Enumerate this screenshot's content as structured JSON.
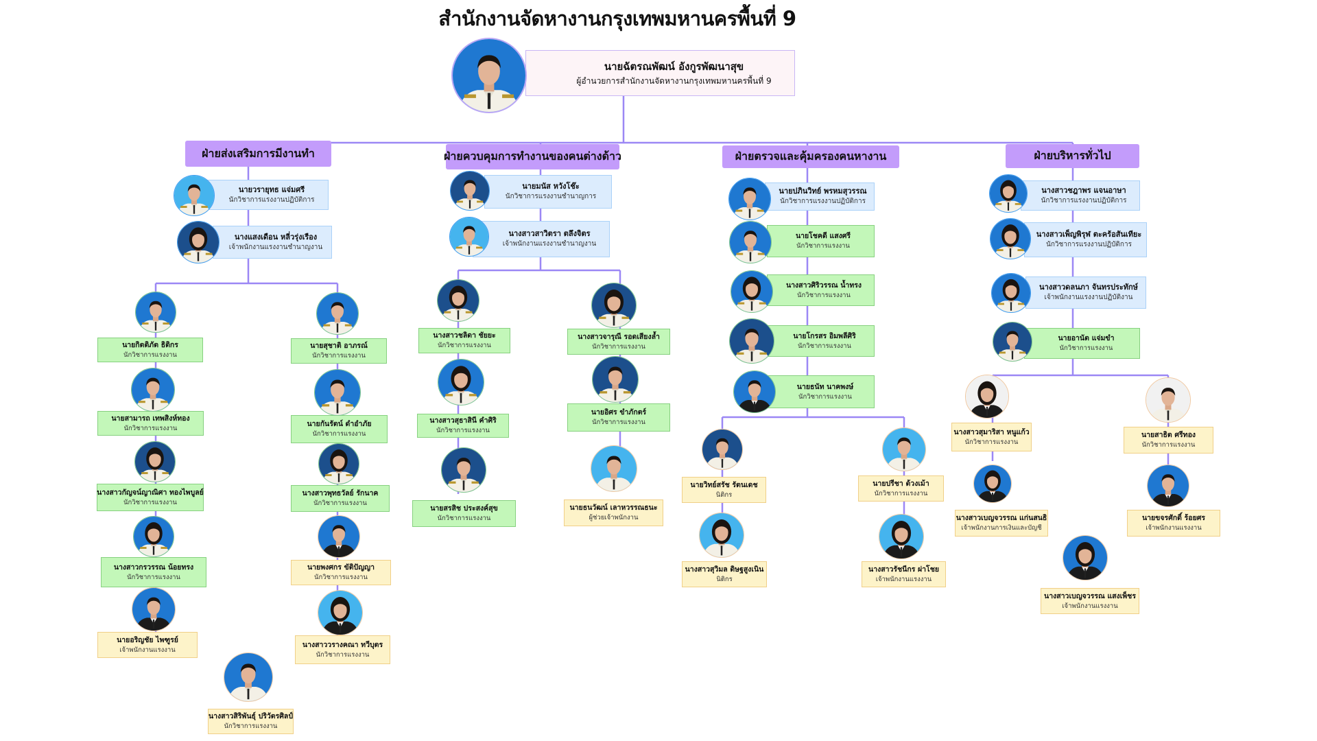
{
  "title": "สำนักงานจัดหางานกรุงเทพมหานครพื้นที่ 9",
  "director": {
    "name": "นายฉัตรณพัฒน์ อังกูรพัฒนาสุข",
    "position": "ผู้อำนวยการสำนักงานจัดหางานกรุงเทพมหานครพื้นที่ 9"
  },
  "colors": {
    "header": "#c39cfb",
    "connector": "#9b87f5",
    "blue_box": "#dcecfd",
    "green_box": "#c3f7b9",
    "yellow_box": "#fdf3c9"
  },
  "departments": [
    {
      "name": "ฝ่ายส่งเสริมการมีงานทำ",
      "members": [
        {
          "name": "นายวรายุทธ แจ่มศรี",
          "position": "นักวิชาการแรงงานปฏิบัติการ"
        },
        {
          "name": "นางแสงเดือน หลี่วรุ่งเรือง",
          "position": "เจ้าพนักงานแรงงานชำนาญงาน"
        },
        {
          "name": "นายกิตติภัต ธิติกร",
          "position": "นักวิชาการแรงงาน"
        },
        {
          "name": "นายสามารถ เทพสิงห์ทอง",
          "position": "นักวิชาการแรงงาน"
        },
        {
          "name": "นางสาวกัญจน์ญาณิศา ทองไพบูลย์",
          "position": "นักวิชาการแรงงาน"
        },
        {
          "name": "นางสาวกรวรรณ น้อยทรง",
          "position": "นักวิชาการแรงงาน"
        },
        {
          "name": "นายอริญชัย ไพฑูรย์",
          "position": "เจ้าพนักงานแรงงาน"
        },
        {
          "name": "นายสุชาติ อาภรณ์",
          "position": "นักวิชาการแรงงาน"
        },
        {
          "name": "นายกันรัตน์ ดำอำภัย",
          "position": "นักวิชาการแรงงาน"
        },
        {
          "name": "นางสาวพุทธวัลย์ รักนาค",
          "position": "นักวิชาการแรงงาน"
        },
        {
          "name": "นายพงศกร ขัติปัญญา",
          "position": "นักวิชาการแรงงาน"
        },
        {
          "name": "นางสาววรางคณา ทวีบุตร",
          "position": "นักวิชาการแรงงาน"
        },
        {
          "name": "นางสาวสิริพันธุ์ ปริวัตรศิลป์",
          "position": "นักวิชาการแรงงาน"
        }
      ]
    },
    {
      "name": "ฝ่ายควบคุมการทำงานของคนต่างด้าว",
      "members": [
        {
          "name": "นายมนัส หวังโช๊ะ",
          "position": "นักวิชาการแรงงานชำนาญการ"
        },
        {
          "name": "นางสาวสาวิตรา ตลึงจิตร",
          "position": "เจ้าพนักงานแรงงานชำนาญงาน"
        },
        {
          "name": "นางสาวชลิดา ชัยยะ",
          "position": "นักวิชาการแรงงาน"
        },
        {
          "name": "นางสาวสุธาสินี คำศิริ",
          "position": "นักวิชาการแรงงาน"
        },
        {
          "name": "นายสรสิช ประสงค์สุข",
          "position": "นักวิชาการแรงงาน"
        },
        {
          "name": "นางสาวจารุณี รอดเสียงล้ำ",
          "position": "นักวิชาการแรงงาน"
        },
        {
          "name": "นายอิศร ขำภักตร์",
          "position": "นักวิชาการแรงงาน"
        },
        {
          "name": "นายธนวัฒน์ เลาหวรรณธนะ",
          "position": "ผู้ช่วยเจ้าพนักงาน"
        }
      ]
    },
    {
      "name": "ฝ่ายตรวจและคุ้มครองคนหางาน",
      "members": [
        {
          "name": "นายปภินวิทย์ พรหมสุวรรณ",
          "position": "นักวิชาการแรงงานปฏิบัติการ"
        },
        {
          "name": "นายโชคดี แสงศรี",
          "position": "นักวิชาการแรงงาน"
        },
        {
          "name": "นางสาวศิริวรรณ น้ำทรง",
          "position": "นักวิชาการแรงงาน"
        },
        {
          "name": "นายโกรสร อิมพลีศิริ",
          "position": "นักวิชาการแรงงาน"
        },
        {
          "name": "นายธนัท นาคพงษ์",
          "position": "นักวิชาการแรงงาน"
        },
        {
          "name": "นายวิทย์สรัช รัตนเดช",
          "position": "นิติกร"
        },
        {
          "name": "นางสาวสุวิมล ดิษฐสูงเนิน",
          "position": "นิติกร"
        },
        {
          "name": "นายปรีชา ด้วงเม้า",
          "position": "นักวิชาการแรงงาน"
        },
        {
          "name": "นางสาวรัชนีกร ผ่าโชย",
          "position": "เจ้าพนักงานแรงงาน"
        }
      ]
    },
    {
      "name": "ฝ่ายบริหารทั่วไป",
      "members": [
        {
          "name": "นางสาวชฎาพร แจนอาษา",
          "position": "นักวิชาการแรงงานปฏิบัติการ"
        },
        {
          "name": "นางสาวเพ็ญพิรุฬ ตะคร้อสันเทียะ",
          "position": "นักวิชาการแรงงานปฏิบัติการ"
        },
        {
          "name": "นางสาวดลนภา จันทรประทักษ์",
          "position": "เจ้าพนักงานแรงงานปฏิบัติงาน"
        },
        {
          "name": "นายอานัต แจ่มขำ",
          "position": "นักวิชาการแรงงาน"
        },
        {
          "name": "นางสาวสุมาริสา หนูแก้ว",
          "position": "นักวิชาการแรงงาน"
        },
        {
          "name": "นางสาวเบญจวรรณ แก่นสนธิ",
          "position": "เจ้าพนักงานการเงินและบัญชี"
        },
        {
          "name": "นายสาธิต ศรีทอง",
          "position": "นักวิชาการแรงงาน"
        },
        {
          "name": "นายขจรศักดิ์ ร้อยศร",
          "position": "เจ้าพนักงานแรงงาน"
        },
        {
          "name": "นางสาวเบญจวรรณ แสงเพ็ชร",
          "position": "เจ้าพนักงานแรงงาน"
        }
      ]
    }
  ]
}
